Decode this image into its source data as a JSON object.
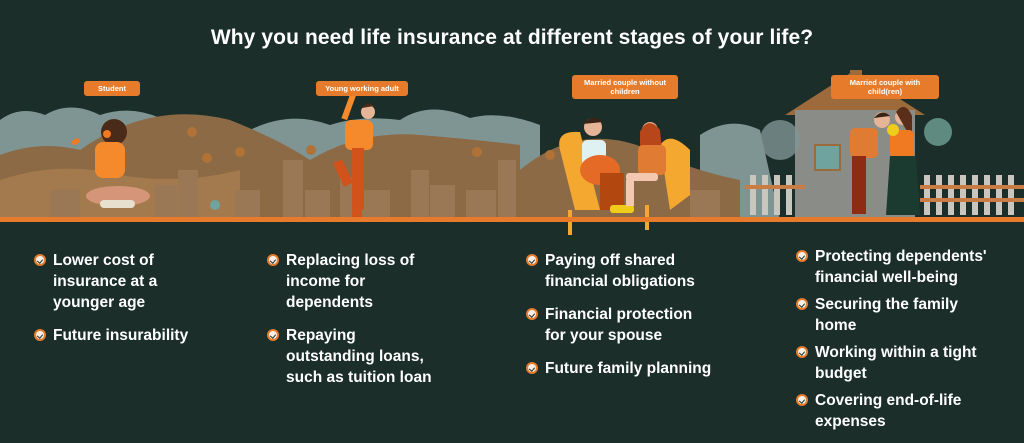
{
  "title": "Why you need life insurance at different stages of your life?",
  "colors": {
    "background": "#1b2e29",
    "accent": "#e57b2b",
    "text": "#ffffff",
    "hills": "#8c6a45",
    "clouds": "#7f9593"
  },
  "stages": [
    {
      "label": "Student",
      "illustration": "student-sitting-with-phone-and-headphones",
      "points": [
        "Lower cost of insurance at a younger age",
        "Future insurability"
      ]
    },
    {
      "label": "Young working adult",
      "illustration": "young-adult-dancing",
      "points": [
        "Replacing loss of income for dependents",
        "Repaying outstanding loans, such as tuition loan"
      ]
    },
    {
      "label": "Married couple without children",
      "illustration": "couple-playing-guitars-on-chairs",
      "points": [
        "Paying off shared financial obligations",
        "Financial protection for your spouse",
        "Future family planning"
      ]
    },
    {
      "label": "Married couple with child(ren)",
      "illustration": "family-with-baby-in-front-of-house",
      "points": [
        "Protecting dependents' financial well-being",
        "Securing the family home",
        "Working within a tight budget",
        "Covering end-of-life expenses"
      ]
    }
  ]
}
